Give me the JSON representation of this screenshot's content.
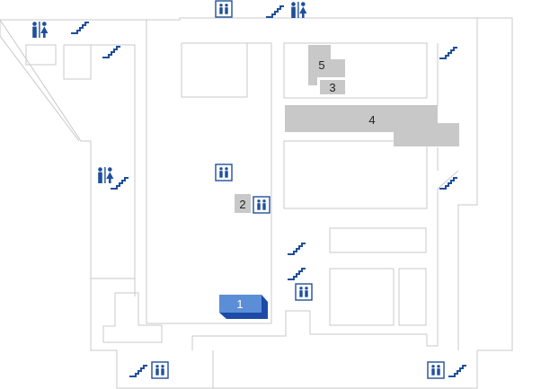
{
  "map": {
    "colors": {
      "wall": "#c8c8c8",
      "shop": "#c8c8c8",
      "selected_fill": "#5b8ed6",
      "selected_shadow": "#1d4aa8",
      "icon": "#1e4f9a"
    },
    "shops": [
      {
        "id": "shop-1",
        "label": "1",
        "selected": true
      },
      {
        "id": "shop-2",
        "label": "2",
        "selected": false
      },
      {
        "id": "shop-3",
        "label": "3",
        "selected": false
      },
      {
        "id": "shop-4",
        "label": "4",
        "selected": false
      },
      {
        "id": "shop-5",
        "label": "5",
        "selected": false
      }
    ],
    "amenities": [
      {
        "type": "elevator",
        "icon": "elevator-icon"
      },
      {
        "type": "escalator",
        "icon": "escalator-icon"
      },
      {
        "type": "restroom",
        "icon": "restroom-icon"
      }
    ]
  }
}
